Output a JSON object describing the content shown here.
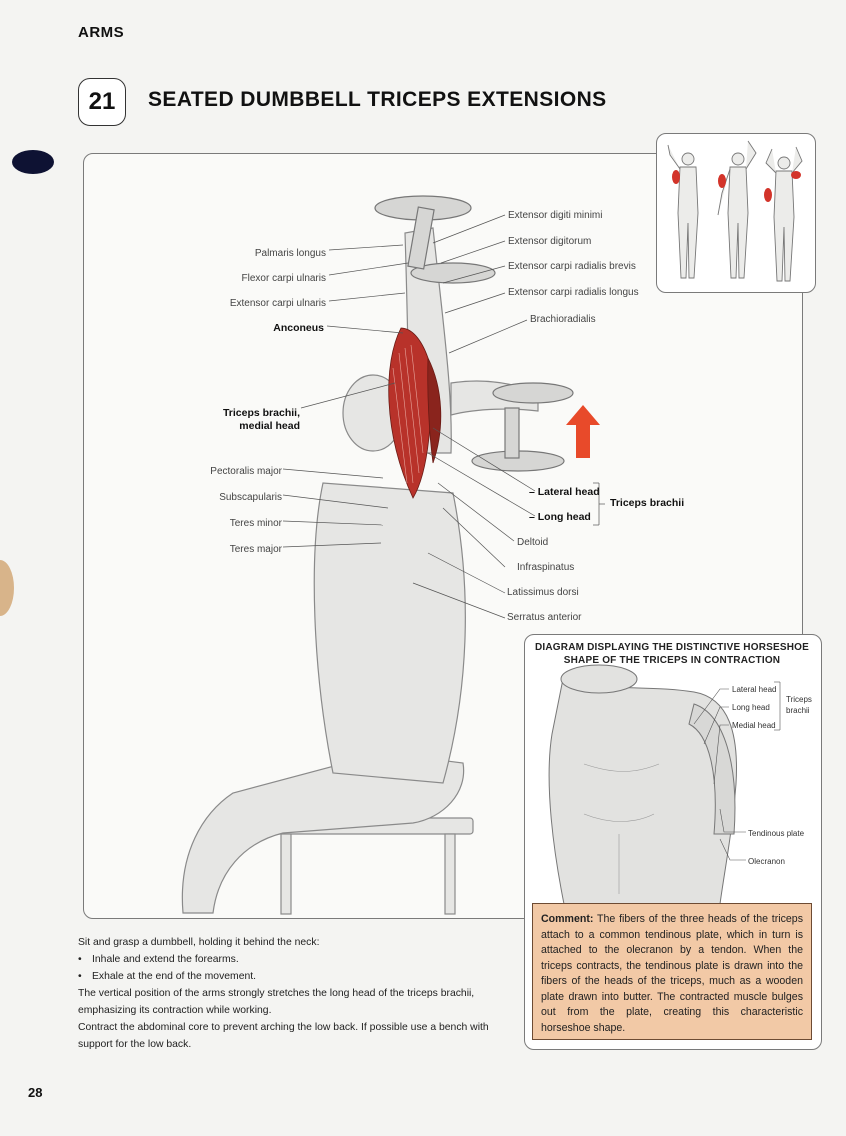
{
  "header": {
    "section": "ARMS",
    "exercise_number": "21",
    "title": "SEATED DUMBBELL TRICEPS EXTENSIONS"
  },
  "main_labels": {
    "palmaris_longus": "Palmaris longus",
    "flexor_carpi_ulnaris": "Flexor carpi ulnaris",
    "extensor_carpi_ulnaris": "Extensor carpi ulnaris",
    "anconeus": "Anconeus",
    "triceps_medial_1": "Triceps brachii,",
    "triceps_medial_2": "medial head",
    "pectoralis_major": "Pectoralis major",
    "subscapularis": "Subscapularis",
    "teres_minor": "Teres minor",
    "teres_major": "Teres major",
    "extensor_digiti_minimi": "Extensor digiti minimi",
    "extensor_digitorum": "Extensor digitorum",
    "extensor_carpi_radialis_brevis": "Extensor carpi radialis brevis",
    "extensor_carpi_radialis_longus": "Extensor carpi radialis longus",
    "brachioradialis": "Brachioradialis",
    "lateral_head": "– Lateral head",
    "long_head": "– Long head",
    "triceps_brachii": "Triceps brachii",
    "deltoid": "Deltoid",
    "infraspinatus": "Infraspinatus",
    "latissimus_dorsi": "Latissimus dorsi",
    "serratus_anterior": "Serratus anterior"
  },
  "inset": {
    "title": "DIAGRAM DISPLAYING THE DISTINCTIVE HORSESHOE SHAPE OF THE TRICEPS IN CONTRACTION",
    "labels": {
      "lateral_head": "Lateral head",
      "long_head": "Long head",
      "medial_head": "Medial head",
      "triceps_1": "Triceps",
      "triceps_2": "brachii",
      "tendinous_plate": "Tendinous plate",
      "olecranon": "Olecranon"
    },
    "comment_label": "Comment:",
    "comment_text": " The fibers of the three heads of the triceps attach to a common tendinous plate, which in turn is attached to the olecranon by a tendon. When the triceps contracts, the tendinous plate is drawn into the fibers of the heads of the triceps, much as a wooden plate drawn into butter. The contracted muscle bulges out from the plate, creating this characteristic horseshoe shape."
  },
  "instructions": {
    "intro": "Sit and grasp a dumbbell, holding it behind the neck:",
    "bullets": [
      "Inhale and extend the forearms.",
      "Exhale at the end of the movement."
    ],
    "para1": "The vertical position of the arms strongly stretches the long head of the triceps brachii, emphasizing its contraction while working.",
    "para2": "Contract the abdominal core to prevent arching the low back. If possible use a bench with support for the low back."
  },
  "page_number": "28",
  "colors": {
    "muscle_highlight": "#b8322a",
    "arrow": "#e84a2a",
    "comment_bg": "#f2c9a6",
    "binder_hole": "#0e1233"
  },
  "icons": [
    "up-arrow-icon",
    "binder-hole"
  ]
}
